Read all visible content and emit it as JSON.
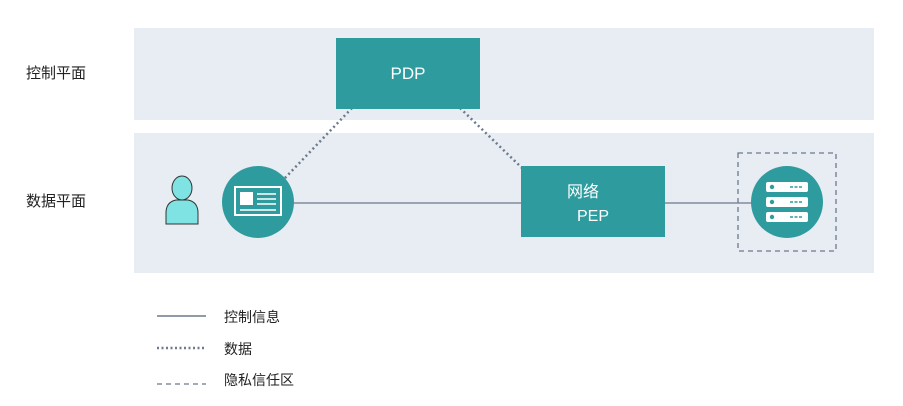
{
  "planes": {
    "control": "控制平面",
    "data": "数据平面"
  },
  "nodes": {
    "pdp": "PDP",
    "pep_line1": "网络",
    "pep_line2": "PEP"
  },
  "legend": [
    {
      "label": "控制信息",
      "style": "solid"
    },
    {
      "label": "数据",
      "style": "dotted"
    },
    {
      "label": "隐私信任区",
      "style": "dashed"
    }
  ],
  "colors": {
    "teal": "#2e9b9e",
    "band": "#e8ecf3",
    "user": "#7fe3e3",
    "line": "#6b7a8c"
  },
  "icons": [
    "user-icon",
    "terminal-icon",
    "server-icon"
  ]
}
